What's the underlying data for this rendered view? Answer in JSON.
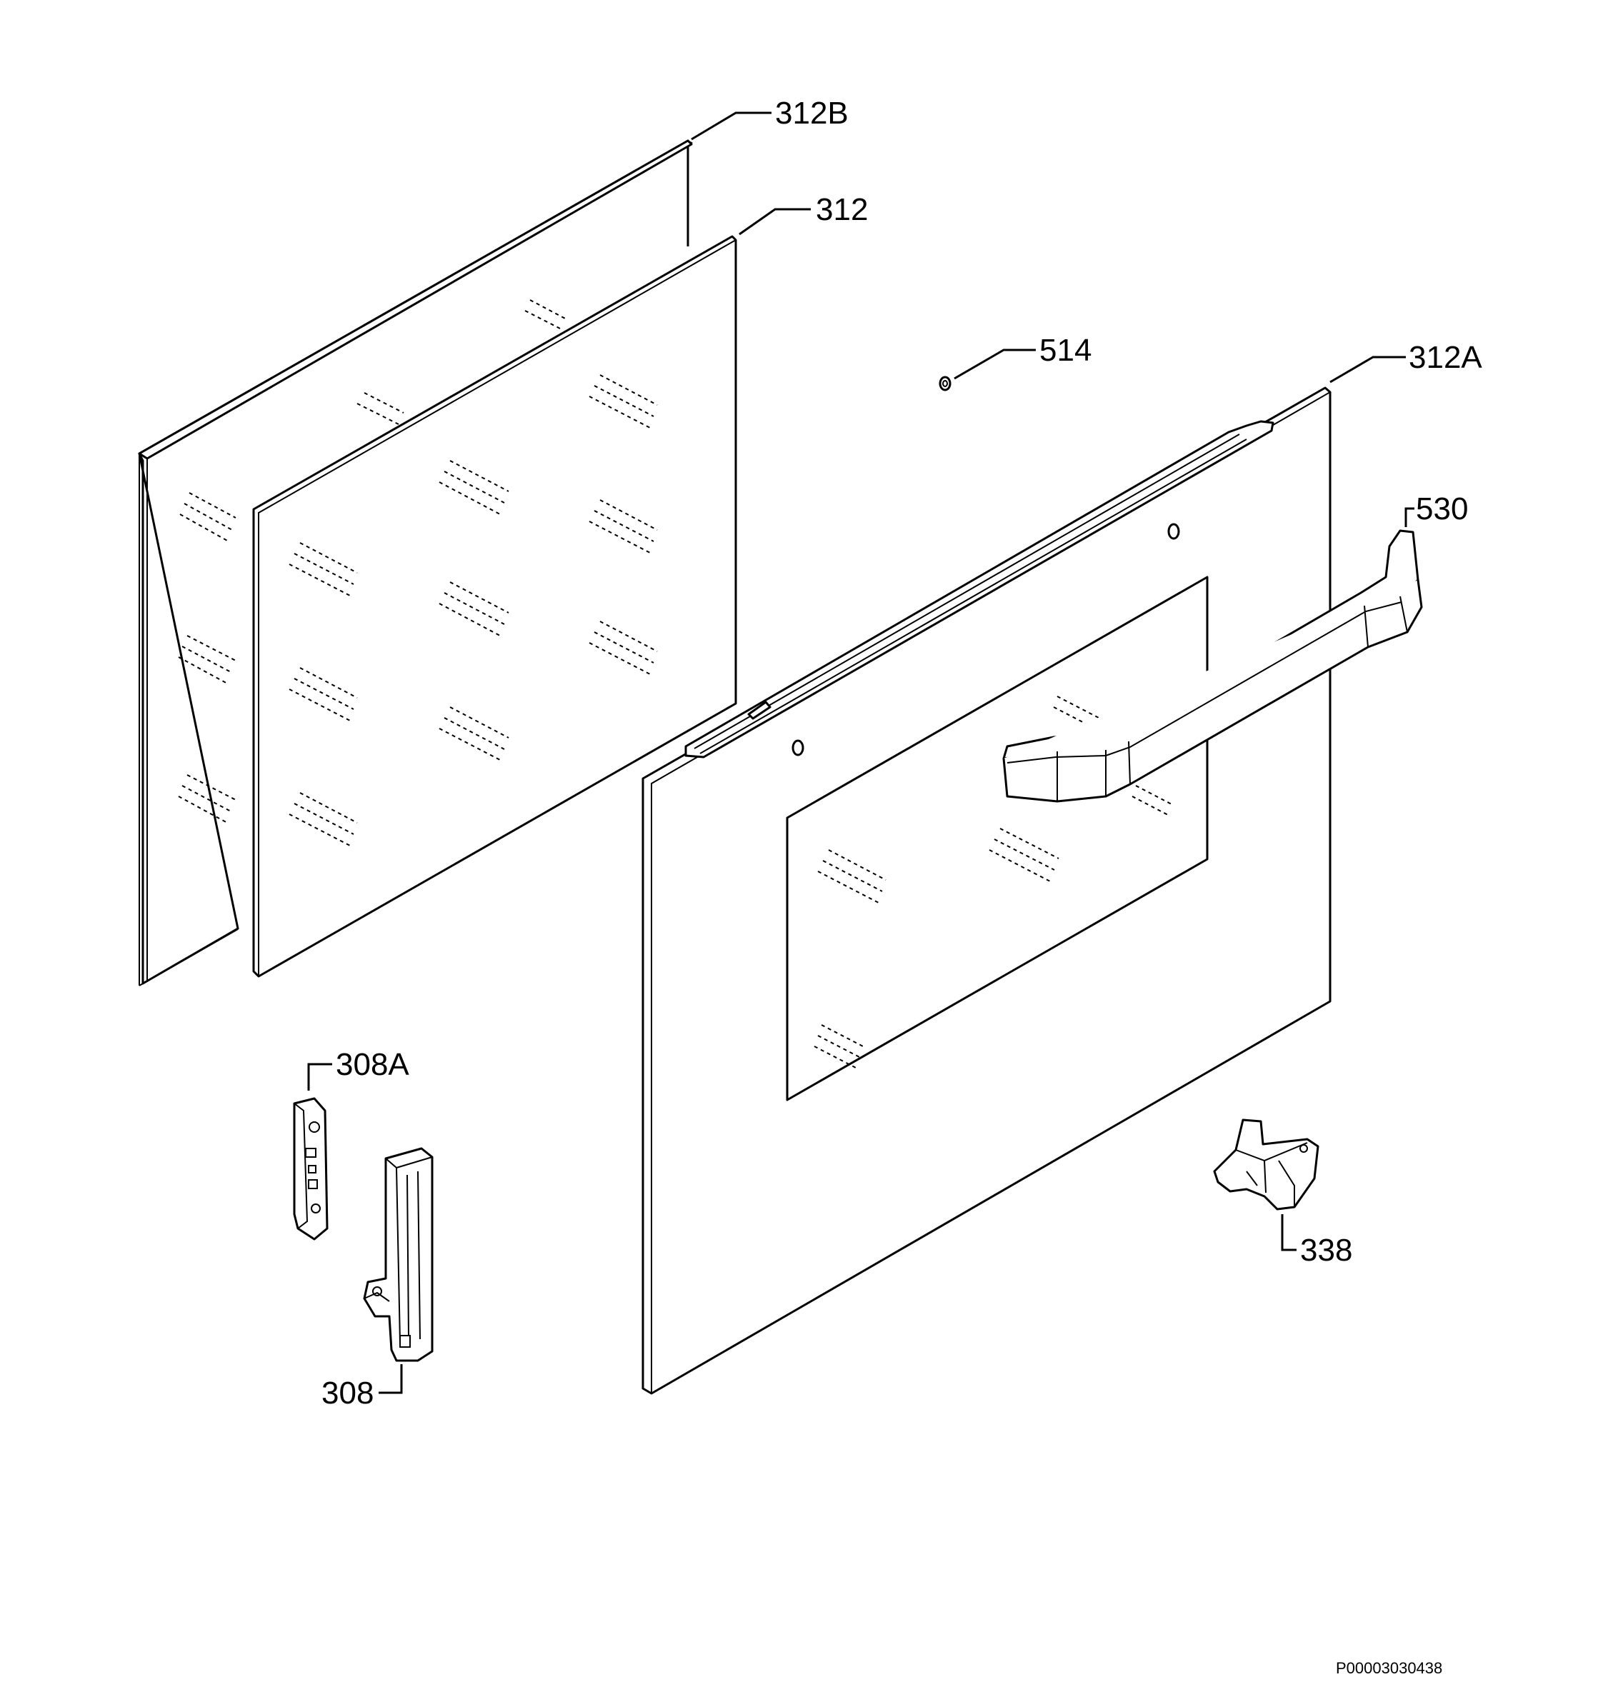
{
  "callouts": {
    "glass_312B": "312B",
    "glass_312": "312",
    "spacer_514": "514",
    "door_312A": "312A",
    "handle_530": "530",
    "bracket_308A": "308A",
    "hinge_308": "308",
    "clip_338": "338"
  },
  "document_number": "P00003030438"
}
